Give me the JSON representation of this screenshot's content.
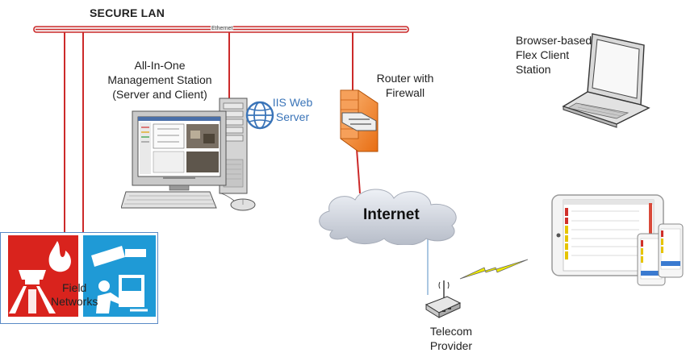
{
  "lan": {
    "title": "SECURE LAN",
    "bus_label": "Ethernet",
    "line_color": "#cc2a2a"
  },
  "management_station": {
    "label_lines": [
      "All-In-One",
      "Management Station",
      "(Server and Client)"
    ]
  },
  "iis": {
    "label_lines": [
      "IIS Web",
      "Server"
    ],
    "icon": "globe-icon",
    "color": "#3a74b8"
  },
  "router": {
    "label_lines": [
      "Router with",
      "Firewall"
    ],
    "icon": "router-firewall-icon",
    "color": "#f08a24"
  },
  "internet": {
    "label": "Internet",
    "icon": "cloud-icon"
  },
  "flex_client": {
    "label_lines": [
      "Browser-based",
      "Flex Client",
      "Station"
    ],
    "icon": "laptop-icon"
  },
  "field_networks": {
    "label_lines": [
      "Field",
      "Networks"
    ],
    "fire_color": "#d9231d",
    "security_color": "#1f9ad6"
  },
  "telecom": {
    "label_lines": [
      "Telecom",
      "Provider"
    ],
    "icon": "wireless-modem-icon"
  },
  "wireless_link": {
    "icon": "lightning-bolt-icon",
    "color": "#e8e000"
  },
  "mobile_devices": {
    "icon": "tablet-phone-icon"
  }
}
